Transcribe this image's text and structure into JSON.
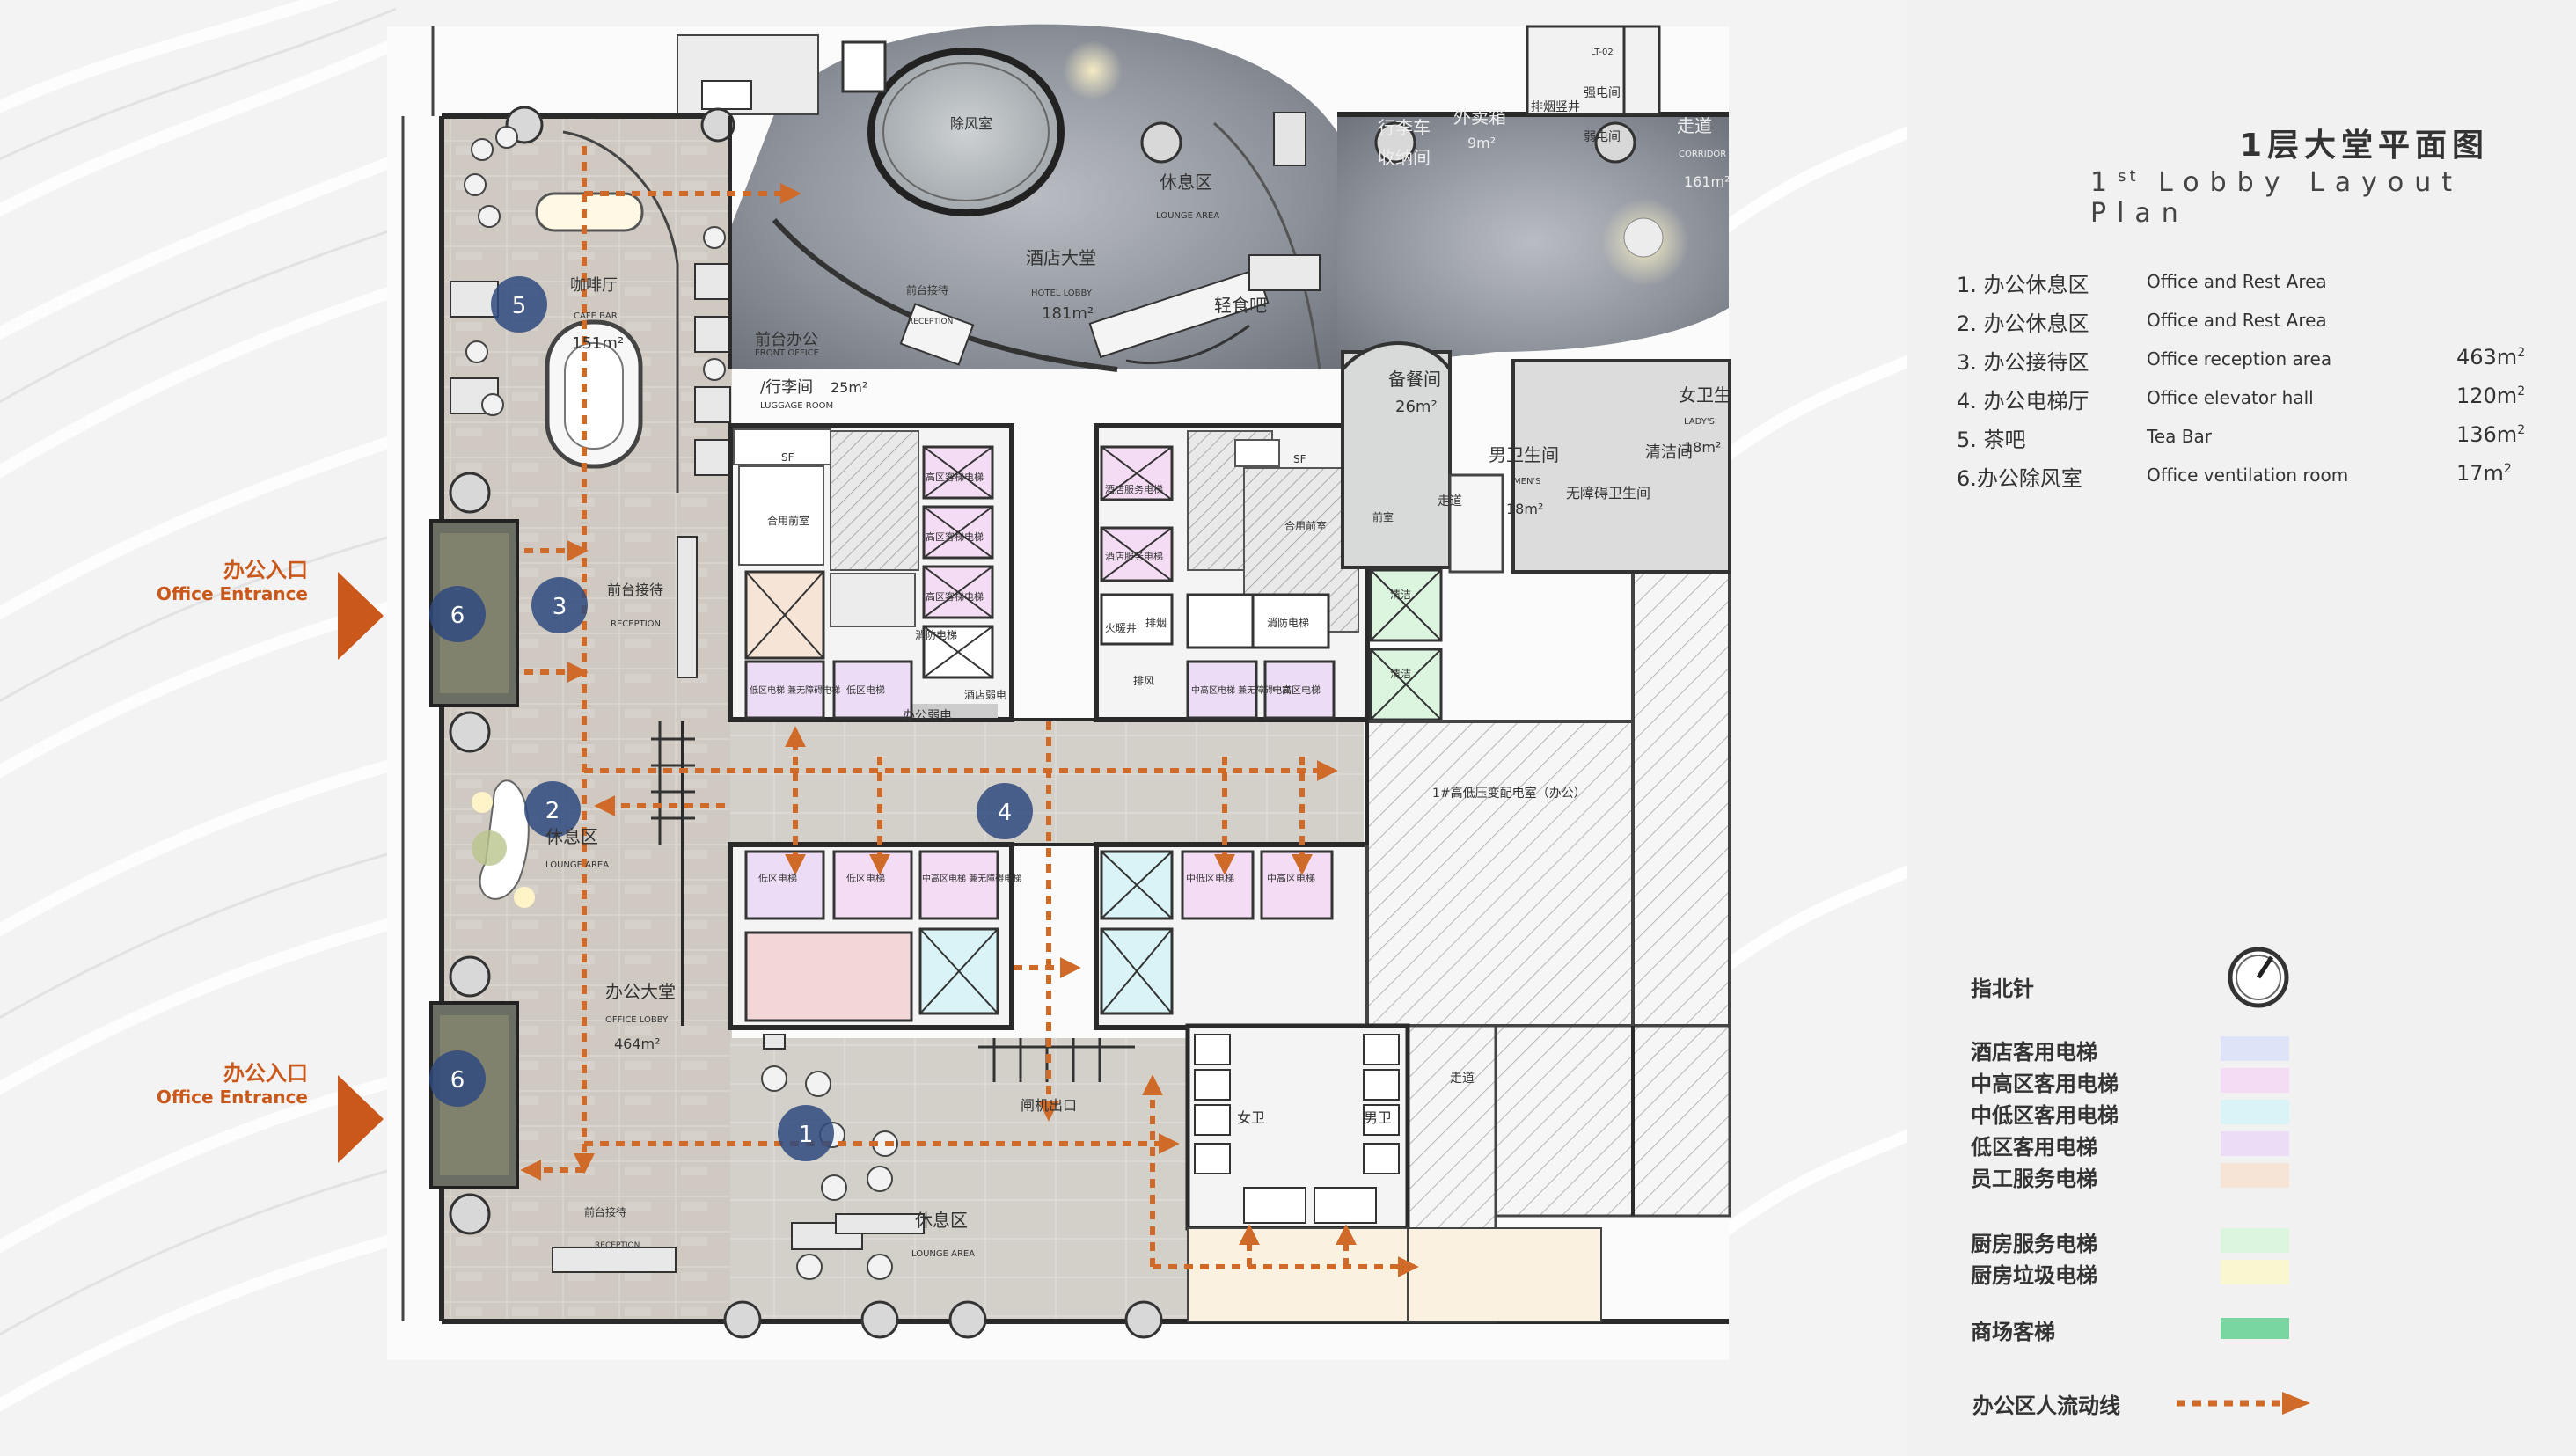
{
  "title": {
    "cn": "1层大堂平面图",
    "en_prefix": "1",
    "en_sup": "st",
    "en_rest": " Lobby Layout Plan"
  },
  "area_list": [
    {
      "cn": "1. 办公休息区",
      "en": "Office and Rest Area",
      "num": "",
      "unit": ""
    },
    {
      "cn": "2. 办公休息区",
      "en": "Office and Rest Area",
      "num": "",
      "unit": ""
    },
    {
      "cn": "3. 办公接待区",
      "en": "Office reception area",
      "num": "463m",
      "unit": "2"
    },
    {
      "cn": "4. 办公电梯厅",
      "en": "Office elevator hall",
      "num": "120m",
      "unit": "2"
    },
    {
      "cn": "5. 茶吧",
      "en": "Tea  Bar",
      "num": "136m",
      "unit": "2"
    },
    {
      "cn": "6.办公除风室",
      "en": "Office ventilation room",
      "num": "17m",
      "unit": "2"
    }
  ],
  "compass": {
    "label": "指北针",
    "icon": "compass-icon"
  },
  "legend": [
    {
      "label": "酒店客用电梯",
      "color": "#dfe3f7"
    },
    {
      "label": "中高区客用电梯",
      "color": "#f5dcf5"
    },
    {
      "label": "中低区客用电梯",
      "color": "#d9f3f6"
    },
    {
      "label": "低区客用电梯",
      "color": "#ecdcf5"
    },
    {
      "label": "员工服务电梯",
      "color": "#f6e5d7"
    },
    {
      "label": "厨房服务电梯",
      "color": "#dcf5df"
    },
    {
      "label": "厨房垃圾电梯",
      "color": "#f9f7d0"
    },
    {
      "label": "商场客梯",
      "color": "#79d6a1"
    }
  ],
  "flow_legend": {
    "label": "办公区人流动线",
    "color": "#d06a28"
  },
  "entrances": [
    {
      "cn": "办公入口",
      "en": "Office Entrance"
    },
    {
      "cn": "办公入口",
      "en": "Office Entrance"
    }
  ],
  "markers": [
    "5",
    "3",
    "6",
    "2",
    "4",
    "6",
    "1"
  ],
  "room_labels": {
    "cafe_cn": "咖啡厅",
    "cafe_en": "CAFE BAR",
    "cafe_area": "151m²",
    "wind_room": "除风室",
    "hotel_lobby_cn": "酒店大堂",
    "hotel_lobby_en": "HOTEL LOBBY",
    "hotel_lobby_area": "181m²",
    "rest_top_cn": "休息区",
    "rest_top_en": "LOUNGE AREA",
    "reception_top_cn": "前台接待",
    "reception_top_en": "RECEPTION",
    "front_office_cn": "前台办公",
    "front_office_en": "FRONT OFFICE",
    "luggage_cn": "/行李间",
    "luggage_en": "LUGGAGE ROOM",
    "luggage_area": "25m²",
    "light_meal": "轻食吧",
    "luggage_cart": "行李车",
    "collection": "收纳间",
    "takeaway": "外卖箱",
    "takeaway_area": "9m²",
    "corridor_cn": "走道",
    "corridor_en": "CORRIDOR",
    "corridor_area": "161m²",
    "backup_dining": "备餐间",
    "backup_area": "26m²",
    "mens_wc": "男卫生间",
    "mens_en": "MEN'S",
    "mens_area": "18m²",
    "ladies_wc": "女卫生",
    "ladies_en": "LADY'S",
    "ladies_area": "18m²",
    "cleaning": "清洁间",
    "accessible": "无障碍卫生间",
    "office_reception_cn": "前台接待",
    "office_reception_en": "RECEPTION",
    "office_lounge_cn": "休息区",
    "office_lounge_en": "LOUNGE AREA",
    "office_lobby_cn": "办公大堂",
    "office_lobby_en": "OFFICE LOBBY",
    "office_lobby_area": "464m²",
    "bottom_reception_cn": "前台接待",
    "bottom_reception_en": "RECEPTION",
    "bottom_lounge_cn": "休息区",
    "bottom_lounge_en": "LOUNGE AREA",
    "transformer": "1#高低压变配电室（办公）",
    "gate": "闸机出口",
    "female_wc": "女卫",
    "male_wc": "男卫",
    "corridor2": "走道",
    "corridor3": "走道",
    "shared_front_l": "合用前室",
    "shared_front_r": "合用前室",
    "front_room": "前室",
    "sf": "SF",
    "office_elec": "办公弱电",
    "hotel_elec": "酒店弱电",
    "fire_well": "火暖井",
    "smoke": "排烟",
    "exhaust": "排风",
    "fire_elev_l": "消防电梯",
    "fire_elev_r": "消防电梯",
    "elev_hotel": "酒店服务电梯",
    "elev_hotel2": "酒店服务电梯",
    "elev_hi_1": "高区客梯电梯",
    "elev_hi_2": "高区客梯电梯",
    "elev_hi_3": "高区客梯电梯",
    "elev_low_acc": "低区电梯 兼无障碍电梯",
    "elev_low": "低区电梯",
    "elev_mid_acc": "中高区电梯 兼无障碍电梯",
    "elev_mid": "中高区电梯",
    "elev_midlow": "中低区电梯",
    "elev_kitchen": "清洁",
    "elev_lt": "LT-02",
    "smoke_well": "排烟竖井",
    "elec_room": "强电间",
    "weak_room": "弱电间"
  }
}
